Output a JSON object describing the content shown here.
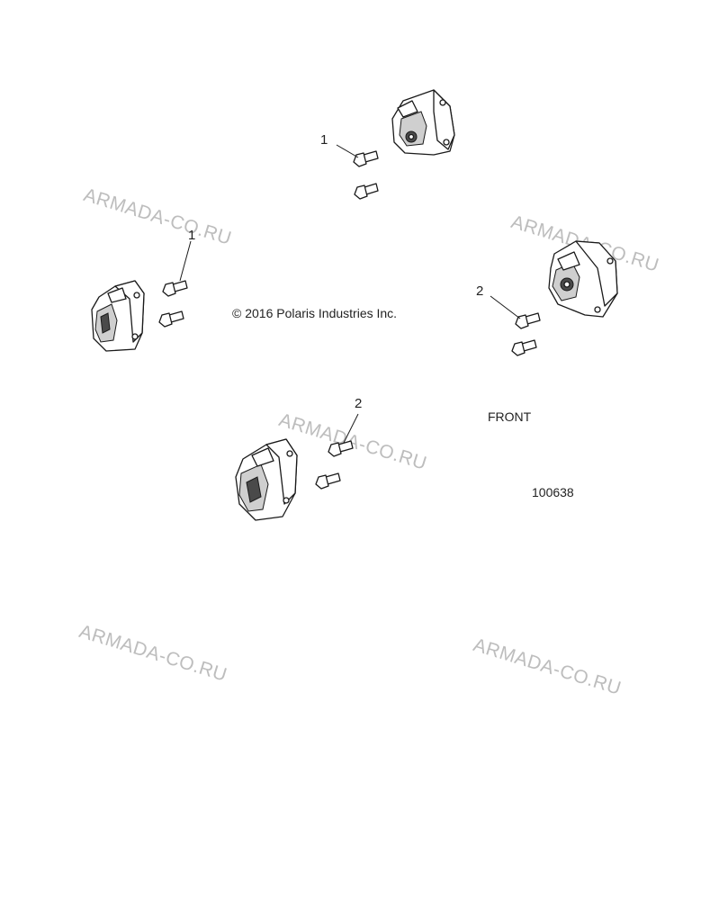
{
  "diagram": {
    "copyright": "© 2016 Polaris Industries Inc.",
    "front_label": "FRONT",
    "reference_number": "100638",
    "callouts": [
      {
        "id": "c1-top",
        "text": "1"
      },
      {
        "id": "c1-left",
        "text": "1"
      },
      {
        "id": "c2-right",
        "text": "2"
      },
      {
        "id": "c2-bottom",
        "text": "2"
      }
    ],
    "watermark_text": "ARMADA-CO.RU",
    "parts": [
      {
        "name": "brake-caliper",
        "count": 4
      },
      {
        "name": "caliper-bolt",
        "count": 8
      }
    ]
  }
}
